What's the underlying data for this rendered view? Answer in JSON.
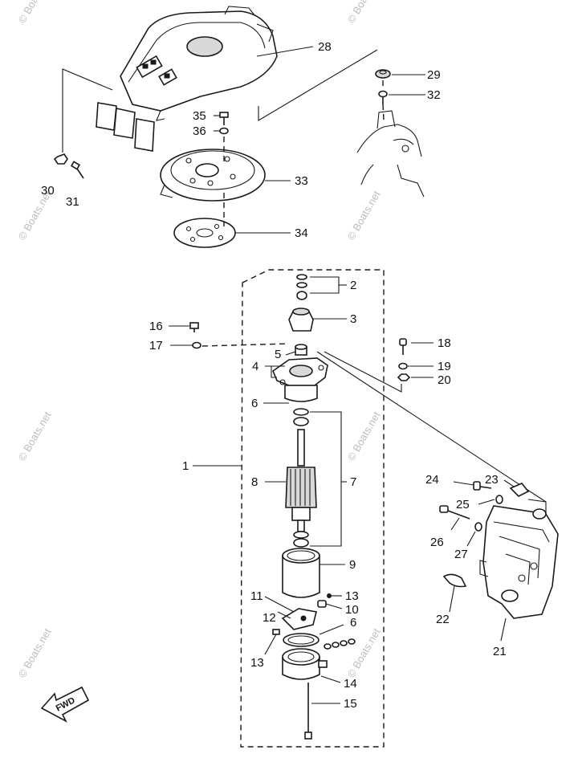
{
  "diagram": {
    "callouts": [
      {
        "id": "c1",
        "label": "1"
      },
      {
        "id": "c2",
        "label": "2"
      },
      {
        "id": "c3",
        "label": "3"
      },
      {
        "id": "c4",
        "label": "4"
      },
      {
        "id": "c5",
        "label": "5"
      },
      {
        "id": "c6a",
        "label": "6"
      },
      {
        "id": "c6b",
        "label": "6"
      },
      {
        "id": "c7",
        "label": "7"
      },
      {
        "id": "c8",
        "label": "8"
      },
      {
        "id": "c9",
        "label": "9"
      },
      {
        "id": "c10",
        "label": "10"
      },
      {
        "id": "c11",
        "label": "11"
      },
      {
        "id": "c12",
        "label": "12"
      },
      {
        "id": "c13a",
        "label": "13"
      },
      {
        "id": "c13b",
        "label": "13"
      },
      {
        "id": "c14",
        "label": "14"
      },
      {
        "id": "c15",
        "label": "15"
      },
      {
        "id": "c16",
        "label": "16"
      },
      {
        "id": "c17",
        "label": "17"
      },
      {
        "id": "c18",
        "label": "18"
      },
      {
        "id": "c19",
        "label": "19"
      },
      {
        "id": "c20",
        "label": "20"
      },
      {
        "id": "c21",
        "label": "21"
      },
      {
        "id": "c22",
        "label": "22"
      },
      {
        "id": "c23",
        "label": "23"
      },
      {
        "id": "c24",
        "label": "24"
      },
      {
        "id": "c25",
        "label": "25"
      },
      {
        "id": "c26",
        "label": "26"
      },
      {
        "id": "c27",
        "label": "27"
      },
      {
        "id": "c28",
        "label": "28"
      },
      {
        "id": "c29",
        "label": "29"
      },
      {
        "id": "c30",
        "label": "30"
      },
      {
        "id": "c31",
        "label": "31"
      },
      {
        "id": "c32",
        "label": "32"
      },
      {
        "id": "c33",
        "label": "33"
      },
      {
        "id": "c34",
        "label": "34"
      },
      {
        "id": "c35",
        "label": "35"
      },
      {
        "id": "c36",
        "label": "36"
      }
    ],
    "fwd_label": "FWD",
    "watermark": "© Boats.net"
  }
}
